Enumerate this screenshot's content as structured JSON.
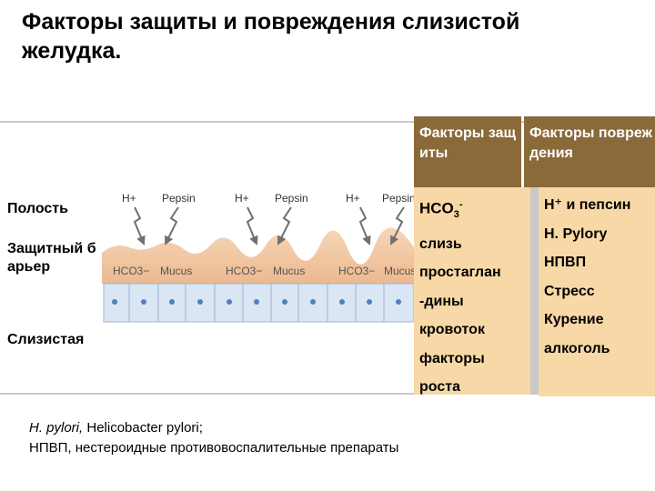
{
  "title": {
    "line1": "Факторы  защиты и повреждения слизистой",
    "line2": "желудка."
  },
  "layers": {
    "lumen": "Полость",
    "barrier": "Защитный барьер",
    "mucosa": "Слизистая"
  },
  "diagram": {
    "h_ion": "H+",
    "pepsin": "Pepsin",
    "bicarbonate": "HCO3−",
    "mucus": "Mucus"
  },
  "protection": {
    "header": "Факторы защиты",
    "bicarbonate": {
      "base": "HCO",
      "sub": "3",
      "sup": "-"
    },
    "items": [
      "слизь",
      "простаглан",
      "-дины",
      "кровоток",
      "факторы",
      "роста"
    ]
  },
  "damage": {
    "header": "Факторы повреждения",
    "items": [
      "H⁺ и пепсин",
      "H. Pylory",
      "НПВП",
      "Стресс",
      "Курение",
      "алкоголь"
    ]
  },
  "footnote": {
    "line1_italic": "H. pylori,",
    "line1_rest": " Helicobacter pylori;",
    "line2": "НПВП, нестероидные противовоспалительные препараты"
  },
  "colors": {
    "header_bg": "#8b6a3a",
    "body_bg": "#f8d8a6",
    "mucus": "#f2c9a4",
    "cells": "#dbe6f4",
    "nucleus": "#4f7fbe"
  }
}
